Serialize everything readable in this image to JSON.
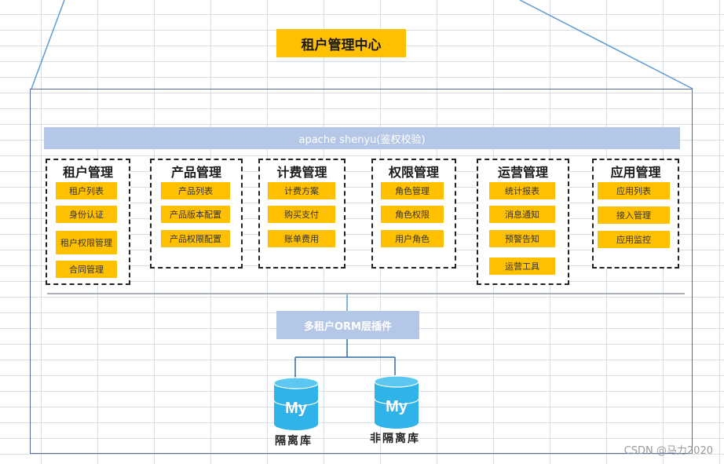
{
  "title": "租户管理中心",
  "gateway": "apache shenyu(鉴权校验)",
  "modules": [
    {
      "title": "租户管理",
      "items": [
        "租户列表",
        "身份认证",
        "租户权限管理",
        "合同管理"
      ]
    },
    {
      "title": "产品管理",
      "items": [
        "产品列表",
        "产品版本配置",
        "产品权限配置"
      ]
    },
    {
      "title": "计费管理",
      "items": [
        "计费方案",
        "购买支付",
        "账单费用"
      ]
    },
    {
      "title": "权限管理",
      "items": [
        "角色管理",
        "角色权限",
        "用户角色"
      ]
    },
    {
      "title": "运营管理",
      "items": [
        "统计报表",
        "消息通知",
        "预警告知",
        "运营工具"
      ]
    },
    {
      "title": "应用管理",
      "items": [
        "应用列表",
        "接入管理",
        "应用监控"
      ]
    }
  ],
  "orm_plugin": "多租户ORM层插件",
  "databases": [
    {
      "icon": "mysql-icon",
      "logo_text": "My",
      "label": "隔离库"
    },
    {
      "icon": "mysql-icon",
      "logo_text": "My",
      "label": "非隔离库"
    }
  ],
  "watermark": "CSDN @马力2020",
  "colors": {
    "accent_yellow": "#ffc000",
    "accent_blue": "#b4c7e7",
    "db_blue": "#2fb3e8"
  }
}
